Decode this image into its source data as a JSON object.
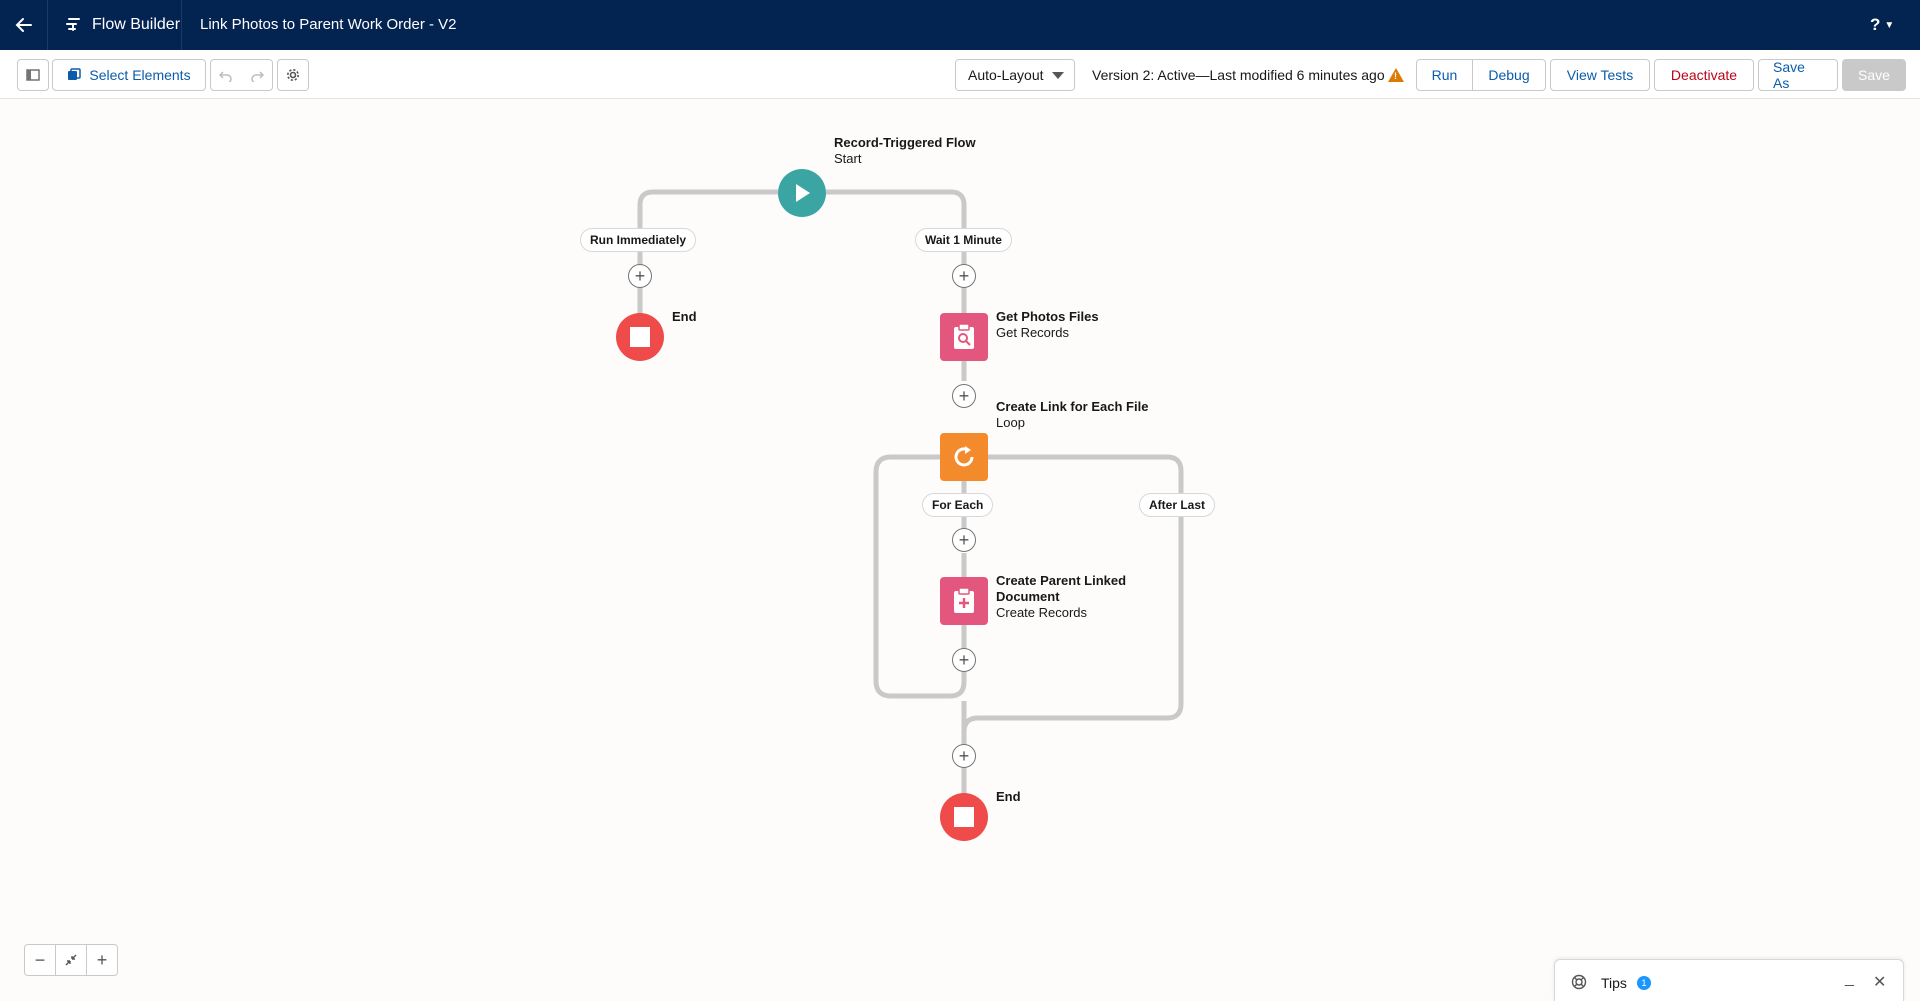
{
  "header": {
    "app_name": "Flow Builder",
    "flow_title": "Link Photos to Parent Work Order - V2",
    "help_label": "?"
  },
  "toolbar": {
    "select_elements": "Select Elements",
    "layout_select": "Auto-Layout",
    "version_text": "Version 2: Active—Last modified 6 minutes ago",
    "run": "Run",
    "debug": "Debug",
    "view_tests": "View Tests",
    "deactivate": "Deactivate",
    "save_as": "Save As",
    "save": "Save"
  },
  "canvas": {
    "start": {
      "title": "Record-Triggered Flow",
      "subtitle": "Start"
    },
    "branches": {
      "left": "Run Immediately",
      "right": "Wait 1 Minute"
    },
    "end_left": {
      "title": "End"
    },
    "get_records": {
      "title": "Get Photos Files",
      "subtitle": "Get Records"
    },
    "loop": {
      "title": "Create Link for Each File",
      "subtitle": "Loop"
    },
    "loop_paths": {
      "for_each": "For Each",
      "after_last": "After Last"
    },
    "create_records": {
      "title": "Create Parent Linked Document",
      "subtitle": "Create Records"
    },
    "end_bottom": {
      "title": "End"
    }
  },
  "tips": {
    "label": "Tips",
    "badge": "1"
  },
  "colors": {
    "header_bg": "#032350",
    "start_node": "#3ba5a4",
    "end_node": "#ef4b4b",
    "records_node": "#e3577e",
    "loop_node": "#f38b2c",
    "brand_blue": "#0b5cab",
    "deactivate_red": "#ba0517"
  }
}
